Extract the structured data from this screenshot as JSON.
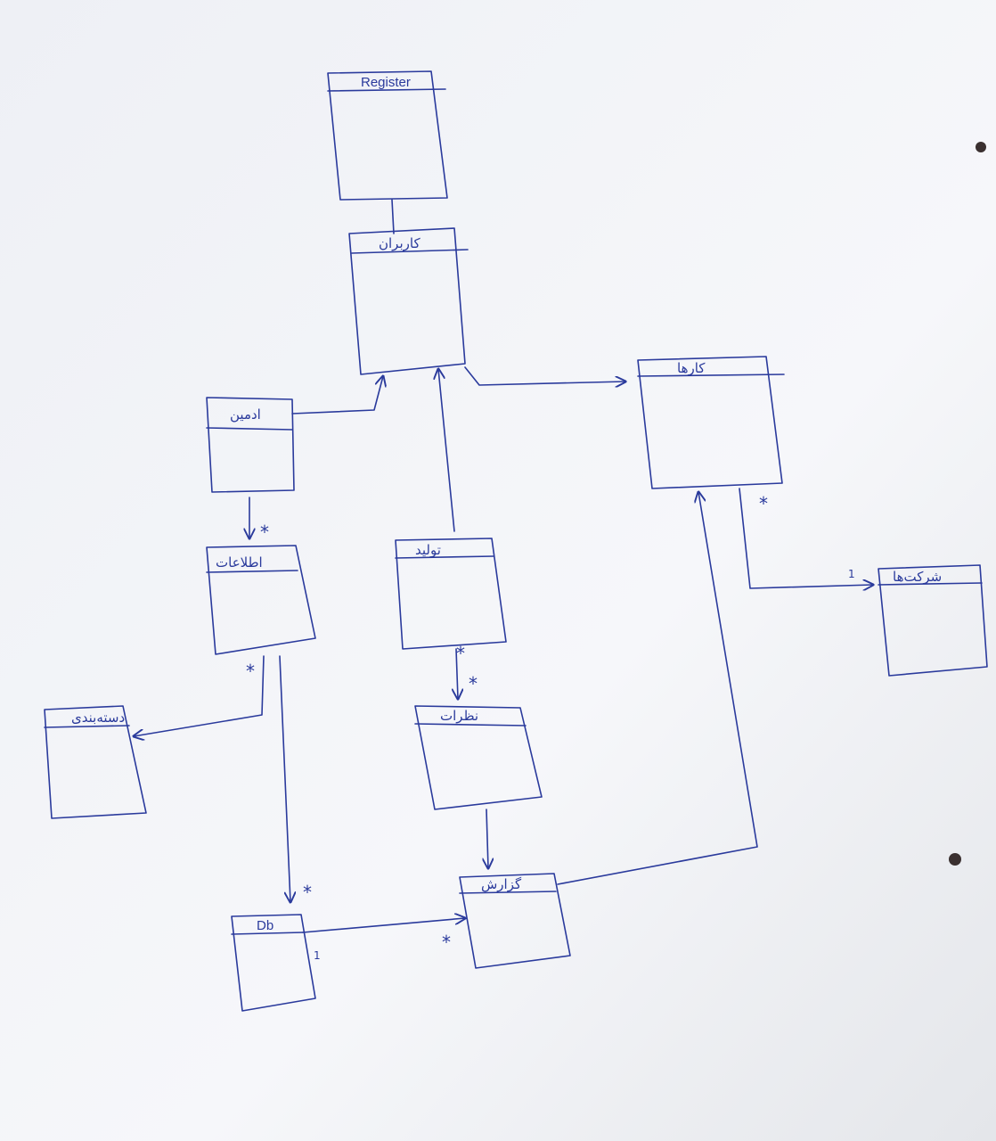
{
  "diagram": {
    "ink_color": "#2a3a9c",
    "paper_color": "#f4f5f8",
    "boxes": [
      {
        "id": "register",
        "label": "Register"
      },
      {
        "id": "user",
        "label": "کاربران"
      },
      {
        "id": "admin",
        "label": "ادمین"
      },
      {
        "id": "ads",
        "label": "اطلاعات"
      },
      {
        "id": "product",
        "label": "تولید"
      },
      {
        "id": "comment",
        "label": "نظرات"
      },
      {
        "id": "category",
        "label": "دسته‌بندی"
      },
      {
        "id": "job",
        "label": "کارها"
      },
      {
        "id": "contractor",
        "label": "شرکت‌ها"
      },
      {
        "id": "db",
        "label": "Db"
      },
      {
        "id": "report",
        "label": "گزارش"
      }
    ],
    "multiplicities": [
      "*",
      "*",
      "*",
      "1",
      "*",
      "1",
      "*",
      "*",
      "*"
    ]
  }
}
